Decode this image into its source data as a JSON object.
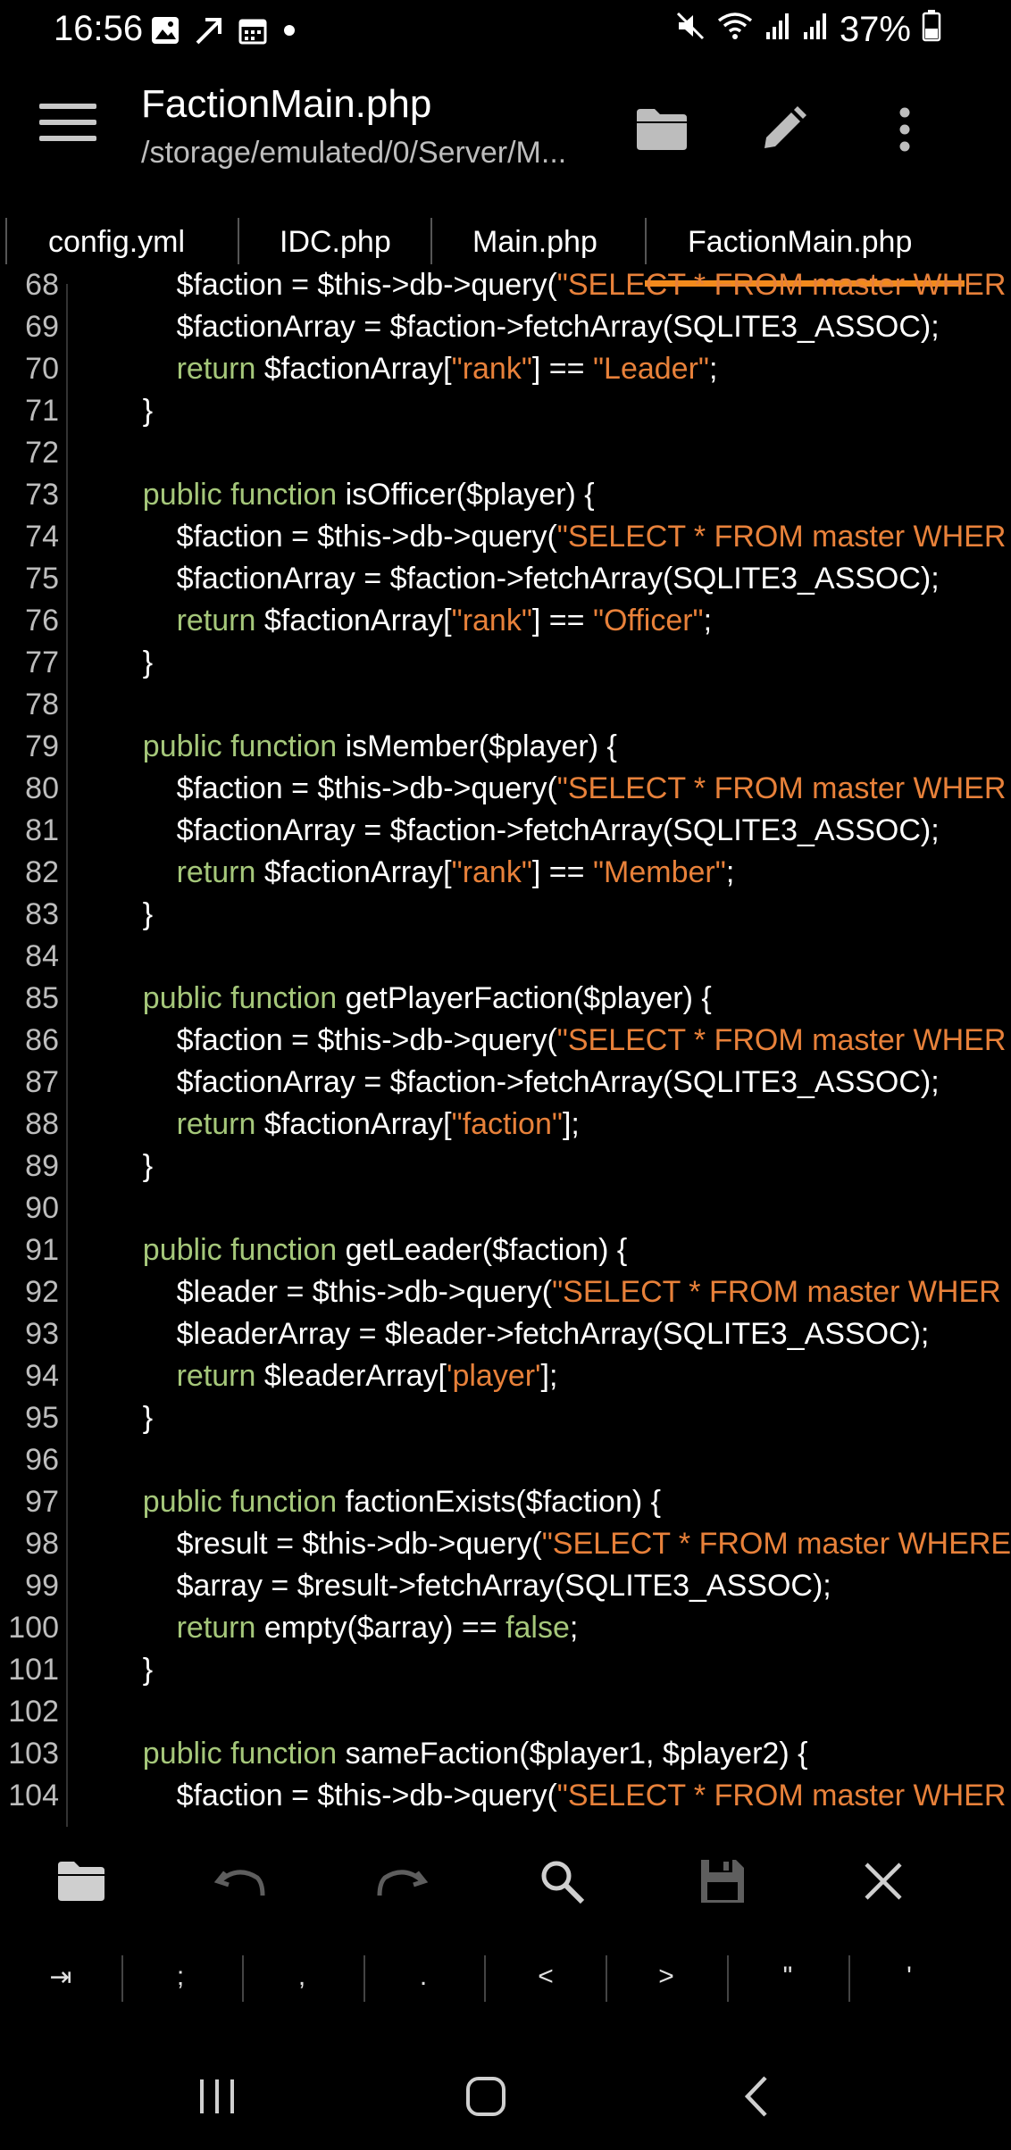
{
  "status_bar": {
    "time": "16:56",
    "battery": "37%",
    "left_icons": [
      "image-icon",
      "arrow-icon",
      "calendar-icon",
      "dot-icon"
    ],
    "right_icons": [
      "mute-icon",
      "wifi-icon",
      "signal-icon",
      "signal-icon",
      "battery-icon"
    ]
  },
  "app_bar": {
    "title": "FactionMain.php",
    "path": "/storage/emulated/0/Server/M..."
  },
  "tabs": [
    {
      "label": "config.yml",
      "active": false
    },
    {
      "label": "IDC.php",
      "active": false
    },
    {
      "label": "Main.php",
      "active": false
    },
    {
      "label": "FactionMain.php",
      "active": true
    }
  ],
  "accent_color": "#f28a1c",
  "editor": {
    "lines": [
      {
        "n": "68",
        "tokens": [
          {
            "t": "        $faction = $this->db->query(",
            "c": "p"
          },
          {
            "t": "\"SELECT * FROM master WHER",
            "c": "s"
          }
        ]
      },
      {
        "n": "69",
        "tokens": [
          {
            "t": "        $factionArray = $faction->fetchArray(SQLITE3_ASSOC);",
            "c": "p"
          }
        ]
      },
      {
        "n": "70",
        "tokens": [
          {
            "t": "        ",
            "c": "p"
          },
          {
            "t": "return",
            "c": "k"
          },
          {
            "t": " $factionArray[",
            "c": "p"
          },
          {
            "t": "\"rank\"",
            "c": "s"
          },
          {
            "t": "] == ",
            "c": "p"
          },
          {
            "t": "\"Leader\"",
            "c": "s"
          },
          {
            "t": ";",
            "c": "p"
          }
        ]
      },
      {
        "n": "71",
        "tokens": [
          {
            "t": "    }",
            "c": "p"
          }
        ]
      },
      {
        "n": "72",
        "tokens": []
      },
      {
        "n": "73",
        "tokens": [
          {
            "t": "    ",
            "c": "p"
          },
          {
            "t": "public function",
            "c": "k"
          },
          {
            "t": " isOfficer($player) {",
            "c": "p"
          }
        ]
      },
      {
        "n": "74",
        "tokens": [
          {
            "t": "        $faction = $this->db->query(",
            "c": "p"
          },
          {
            "t": "\"SELECT * FROM master WHER",
            "c": "s"
          }
        ]
      },
      {
        "n": "75",
        "tokens": [
          {
            "t": "        $factionArray = $faction->fetchArray(SQLITE3_ASSOC);",
            "c": "p"
          }
        ]
      },
      {
        "n": "76",
        "tokens": [
          {
            "t": "        ",
            "c": "p"
          },
          {
            "t": "return",
            "c": "k"
          },
          {
            "t": " $factionArray[",
            "c": "p"
          },
          {
            "t": "\"rank\"",
            "c": "s"
          },
          {
            "t": "] == ",
            "c": "p"
          },
          {
            "t": "\"Officer\"",
            "c": "s"
          },
          {
            "t": ";",
            "c": "p"
          }
        ]
      },
      {
        "n": "77",
        "tokens": [
          {
            "t": "    }",
            "c": "p"
          }
        ]
      },
      {
        "n": "78",
        "tokens": []
      },
      {
        "n": "79",
        "tokens": [
          {
            "t": "    ",
            "c": "p"
          },
          {
            "t": "public function",
            "c": "k"
          },
          {
            "t": " isMember($player) {",
            "c": "p"
          }
        ]
      },
      {
        "n": "80",
        "tokens": [
          {
            "t": "        $faction = $this->db->query(",
            "c": "p"
          },
          {
            "t": "\"SELECT * FROM master WHER",
            "c": "s"
          }
        ]
      },
      {
        "n": "81",
        "tokens": [
          {
            "t": "        $factionArray = $faction->fetchArray(SQLITE3_ASSOC);",
            "c": "p"
          }
        ]
      },
      {
        "n": "82",
        "tokens": [
          {
            "t": "        ",
            "c": "p"
          },
          {
            "t": "return",
            "c": "k"
          },
          {
            "t": " $factionArray[",
            "c": "p"
          },
          {
            "t": "\"rank\"",
            "c": "s"
          },
          {
            "t": "] == ",
            "c": "p"
          },
          {
            "t": "\"Member\"",
            "c": "s"
          },
          {
            "t": ";",
            "c": "p"
          }
        ]
      },
      {
        "n": "83",
        "tokens": [
          {
            "t": "    }",
            "c": "p"
          }
        ]
      },
      {
        "n": "84",
        "tokens": []
      },
      {
        "n": "85",
        "tokens": [
          {
            "t": "    ",
            "c": "p"
          },
          {
            "t": "public function",
            "c": "k"
          },
          {
            "t": " getPlayerFaction($player) {",
            "c": "p"
          }
        ]
      },
      {
        "n": "86",
        "tokens": [
          {
            "t": "        $faction = $this->db->query(",
            "c": "p"
          },
          {
            "t": "\"SELECT * FROM master WHER",
            "c": "s"
          }
        ]
      },
      {
        "n": "87",
        "tokens": [
          {
            "t": "        $factionArray = $faction->fetchArray(SQLITE3_ASSOC);",
            "c": "p"
          }
        ]
      },
      {
        "n": "88",
        "tokens": [
          {
            "t": "        ",
            "c": "p"
          },
          {
            "t": "return",
            "c": "k"
          },
          {
            "t": " $factionArray[",
            "c": "p"
          },
          {
            "t": "\"faction\"",
            "c": "s"
          },
          {
            "t": "];",
            "c": "p"
          }
        ]
      },
      {
        "n": "89",
        "tokens": [
          {
            "t": "    }",
            "c": "p"
          }
        ]
      },
      {
        "n": "90",
        "tokens": []
      },
      {
        "n": "91",
        "tokens": [
          {
            "t": "    ",
            "c": "p"
          },
          {
            "t": "public function",
            "c": "k"
          },
          {
            "t": " getLeader($faction) {",
            "c": "p"
          }
        ]
      },
      {
        "n": "92",
        "tokens": [
          {
            "t": "        $leader = $this->db->query(",
            "c": "p"
          },
          {
            "t": "\"SELECT * FROM master WHER",
            "c": "s"
          }
        ]
      },
      {
        "n": "93",
        "tokens": [
          {
            "t": "        $leaderArray = $leader->fetchArray(SQLITE3_ASSOC);",
            "c": "p"
          }
        ]
      },
      {
        "n": "94",
        "tokens": [
          {
            "t": "        ",
            "c": "p"
          },
          {
            "t": "return",
            "c": "k"
          },
          {
            "t": " $leaderArray[",
            "c": "p"
          },
          {
            "t": "'player'",
            "c": "s"
          },
          {
            "t": "];",
            "c": "p"
          }
        ]
      },
      {
        "n": "95",
        "tokens": [
          {
            "t": "    }",
            "c": "p"
          }
        ]
      },
      {
        "n": "96",
        "tokens": []
      },
      {
        "n": "97",
        "tokens": [
          {
            "t": "    ",
            "c": "p"
          },
          {
            "t": "public function",
            "c": "k"
          },
          {
            "t": " factionExists($faction) {",
            "c": "p"
          }
        ]
      },
      {
        "n": "98",
        "tokens": [
          {
            "t": "        $result = $this->db->query(",
            "c": "p"
          },
          {
            "t": "\"SELECT * FROM master WHERE",
            "c": "s"
          }
        ]
      },
      {
        "n": "99",
        "tokens": [
          {
            "t": "        $array = $result->fetchArray(SQLITE3_ASSOC);",
            "c": "p"
          }
        ]
      },
      {
        "n": "100",
        "tokens": [
          {
            "t": "        ",
            "c": "p"
          },
          {
            "t": "return",
            "c": "k"
          },
          {
            "t": " empty($array) == ",
            "c": "p"
          },
          {
            "t": "false",
            "c": "k"
          },
          {
            "t": ";",
            "c": "p"
          }
        ]
      },
      {
        "n": "101",
        "tokens": [
          {
            "t": "    }",
            "c": "p"
          }
        ]
      },
      {
        "n": "102",
        "tokens": []
      },
      {
        "n": "103",
        "tokens": [
          {
            "t": "    ",
            "c": "p"
          },
          {
            "t": "public function",
            "c": "k"
          },
          {
            "t": " sameFaction($player1, $player2) {",
            "c": "p"
          }
        ]
      },
      {
        "n": "104",
        "tokens": [
          {
            "t": "        $faction = $this->db->query(",
            "c": "p"
          },
          {
            "t": "\"SELECT * FROM master WHER",
            "c": "s"
          }
        ]
      }
    ]
  },
  "toolbar": {
    "items": [
      "folder-icon",
      "undo-icon",
      "redo-icon",
      "search-icon",
      "save-icon",
      "close-icon"
    ]
  },
  "symbols": [
    "⇥",
    ";",
    ",",
    ".",
    "<",
    ">",
    "\"",
    "'"
  ],
  "nav": [
    "recents-icon",
    "home-icon",
    "back-icon"
  ]
}
